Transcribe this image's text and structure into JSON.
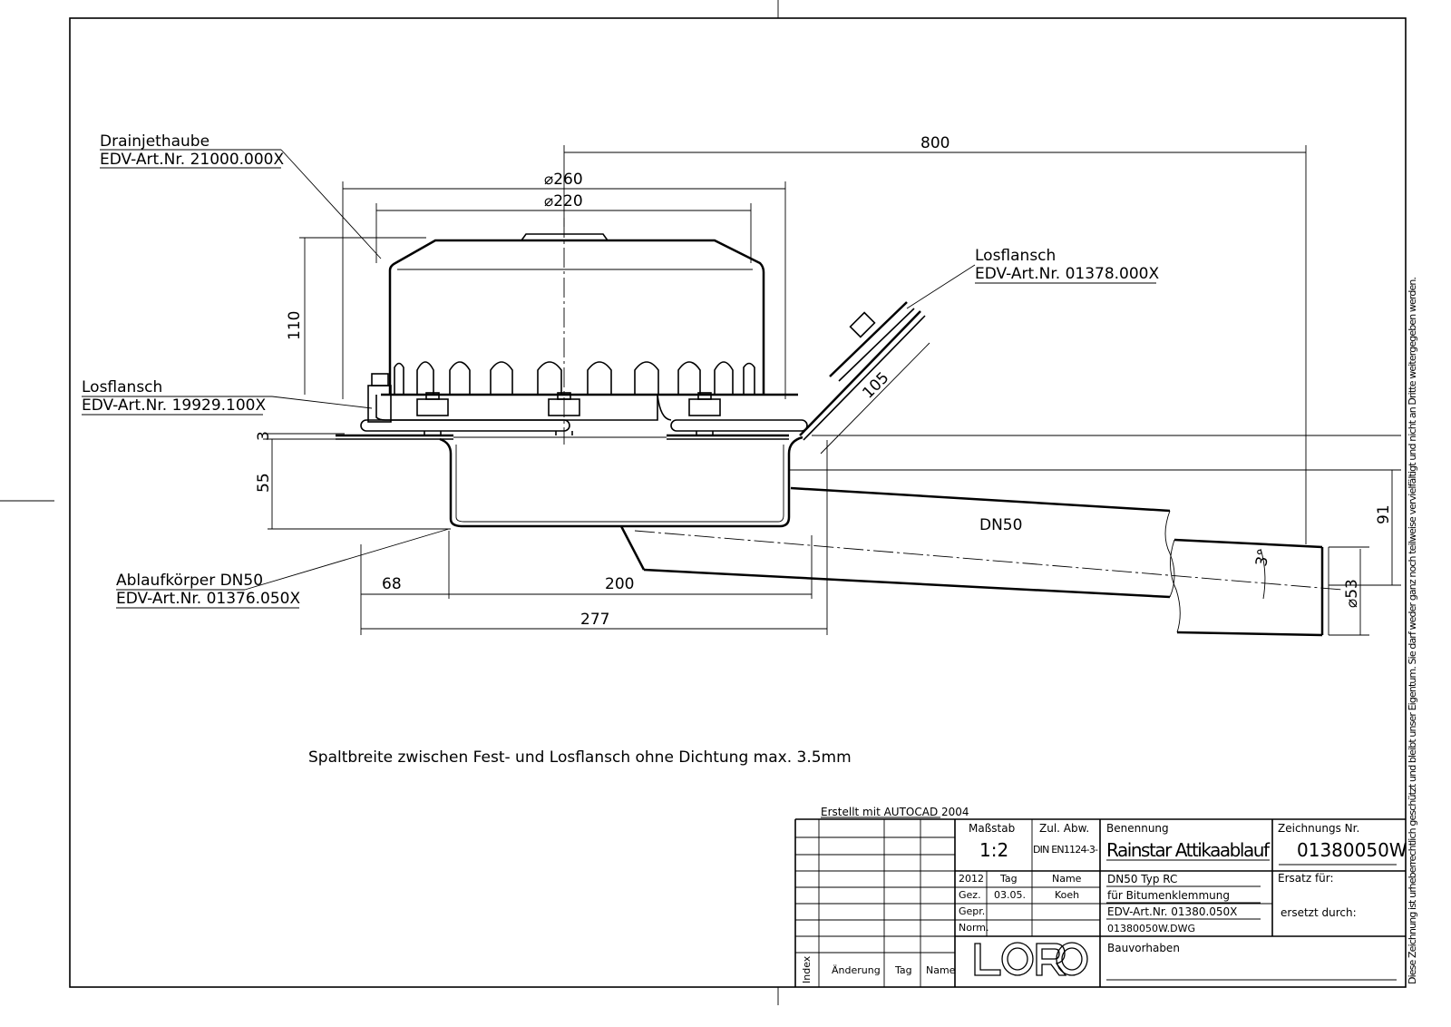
{
  "drawing": {
    "labels": {
      "hood_name": "Drainjethaube",
      "hood_art": "EDV-Art.Nr. 21000.000X",
      "flange_right_name": "Losflansch",
      "flange_right_art": "EDV-Art.Nr. 01378.000X",
      "flange_left_name": "Losflansch",
      "flange_left_art": "EDV-Art.Nr. 19929.100X",
      "body_name": "Ablaufkörper DN50",
      "body_art": "EDV-Art.Nr. 01376.050X",
      "pipe": "DN50"
    },
    "dimensions": {
      "d800": "800",
      "d260": "⌀260",
      "d220": "⌀220",
      "d110": "110",
      "d3": "3",
      "d55": "55",
      "d68": "68",
      "d200": "200",
      "d277": "277",
      "d105": "105",
      "d91": "91",
      "d53": "⌀53",
      "angle": "3°"
    },
    "note": "Spaltbreite zwischen Fest- und Losflansch ohne Dichtung max. 3.5mm",
    "copyright": "Diese Zeichnung ist urheberrechtlich geschützt und bleibt unser Eigentum. Sie darf weder ganz noch teilweise vervielfältigt und nicht an Dritte weitergegeben werden."
  },
  "title_block": {
    "created_with": "Erstellt mit AUTOCAD 2004",
    "scale_label": "Maßstab",
    "scale_value": "1:2",
    "tolerance_label": "Zul. Abw.",
    "tolerance_value": "DIN EN1124-3-",
    "name_label": "Benennung",
    "name_value": "Rainstar Attikaablauf",
    "drawing_no_label": "Zeichnungs Nr.",
    "drawing_no_value": "01380050W",
    "year": "2012",
    "day_label": "Tag",
    "person_label": "Name",
    "drawn_label": "Gez.",
    "drawn_day": "03.05.",
    "drawn_name": "Koeh",
    "checked_label": "Gepr.",
    "norm_label": "Norm.",
    "desc1": "DN50 Typ RC",
    "desc2": "für Bitumenklemmung",
    "desc3": "EDV-Art.Nr. 01380.050X",
    "file": "01380050W.DWG",
    "replaces_label": "Ersatz für:",
    "replaced_by_label": "ersetzt durch:",
    "project_label": "Bauvorhaben",
    "rev_index": "Index",
    "rev_change": "Änderung",
    "rev_day": "Tag",
    "rev_name": "Name",
    "logo": "LORO"
  }
}
